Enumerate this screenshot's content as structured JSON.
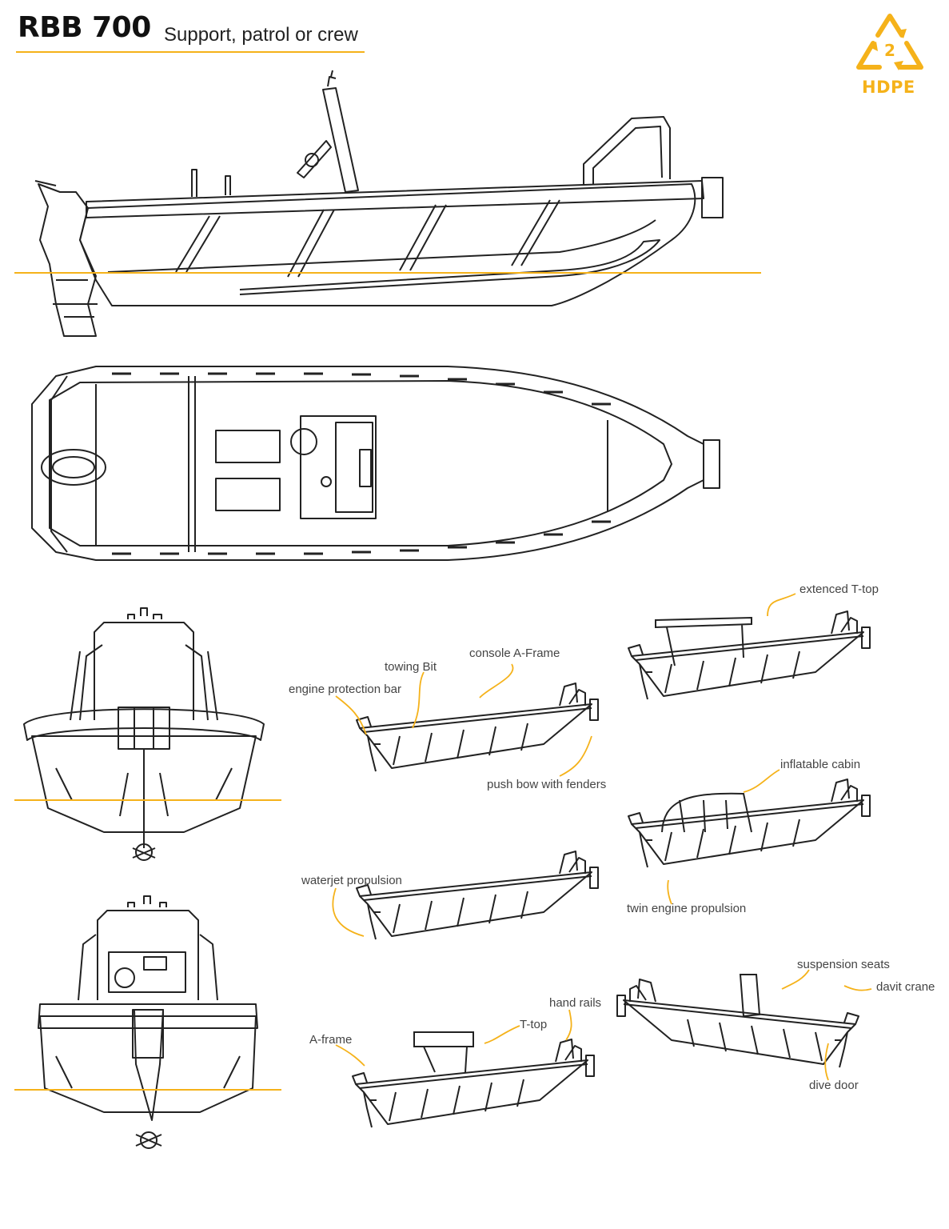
{
  "header": {
    "model": "RBB 700",
    "subtitle": "Support, patrol or crew"
  },
  "badge": {
    "number": "2",
    "material": "HDPE",
    "icon": "recycle-icon",
    "color": "#f5b21a"
  },
  "colors": {
    "accent": "#f5b21a",
    "line": "#222222"
  },
  "callouts": {
    "extended_t_top": "extenced T-top",
    "towing_bit": "towing Bit",
    "console_a_frame": "console A-Frame",
    "engine_protection_bar": "engine protection bar",
    "push_bow": "push bow with fenders",
    "inflatable_cabin": "inflatable cabin",
    "twin_engine": "twin engine propulsion",
    "waterjet": "waterjet propulsion",
    "suspension_seats": "suspension seats",
    "davit_crane": "davit crane",
    "hand_rails": "hand rails",
    "t_top": "T-top",
    "a_frame": "A-frame",
    "dive_door": "dive door"
  }
}
